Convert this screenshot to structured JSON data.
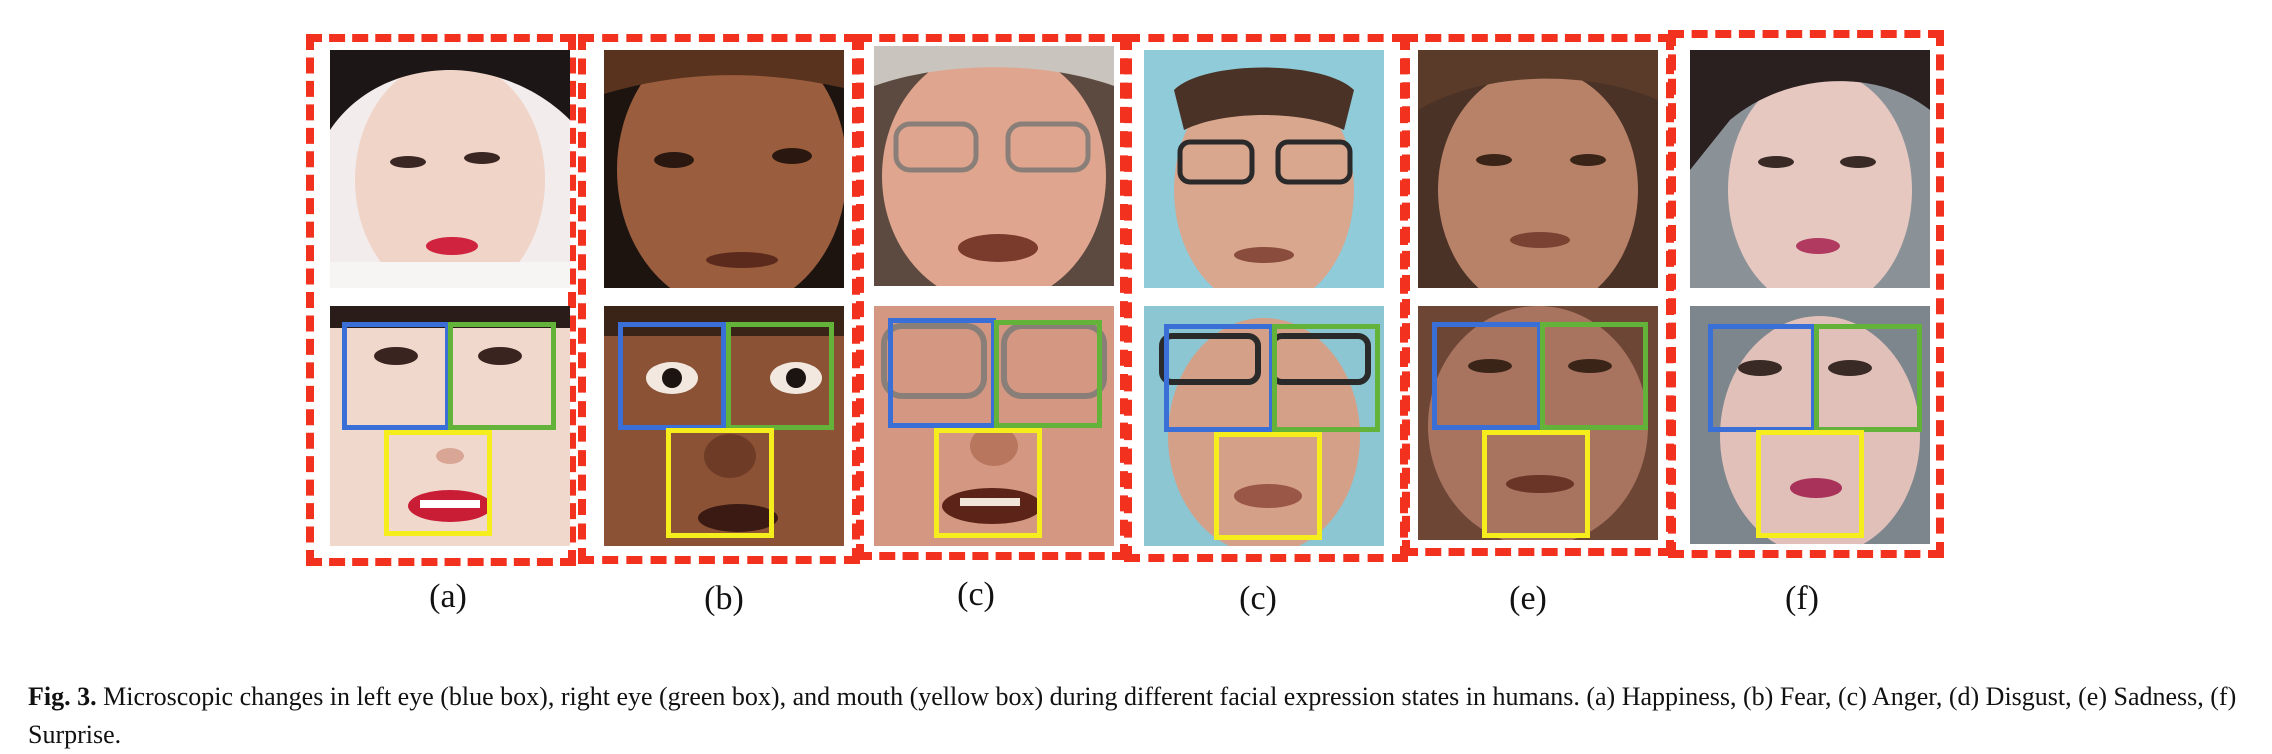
{
  "figure": {
    "panels": [
      {
        "label": "(a)",
        "expression": "Happiness"
      },
      {
        "label": "(b)",
        "expression": "Fear"
      },
      {
        "label": "(c)",
        "expression": "Anger"
      },
      {
        "label": "(c)",
        "expression": "Disgust"
      },
      {
        "label": "(e)",
        "expression": "Sadness"
      },
      {
        "label": "(f)",
        "expression": "Surprise"
      }
    ],
    "colors": {
      "frame": "#f2311e",
      "left_eye_box": "#3a6fd8",
      "right_eye_box": "#63b33a",
      "mouth_box": "#f5ee1c"
    }
  },
  "caption": {
    "title": "Fig. 3.",
    "text": " Microscopic changes in left eye (blue box), right eye (green box), and mouth (yellow box) during different facial expression states in humans. (a) Happiness, (b) Fear, (c) Anger, (d) Disgust, (e) Sadness, (f) Surprise."
  }
}
